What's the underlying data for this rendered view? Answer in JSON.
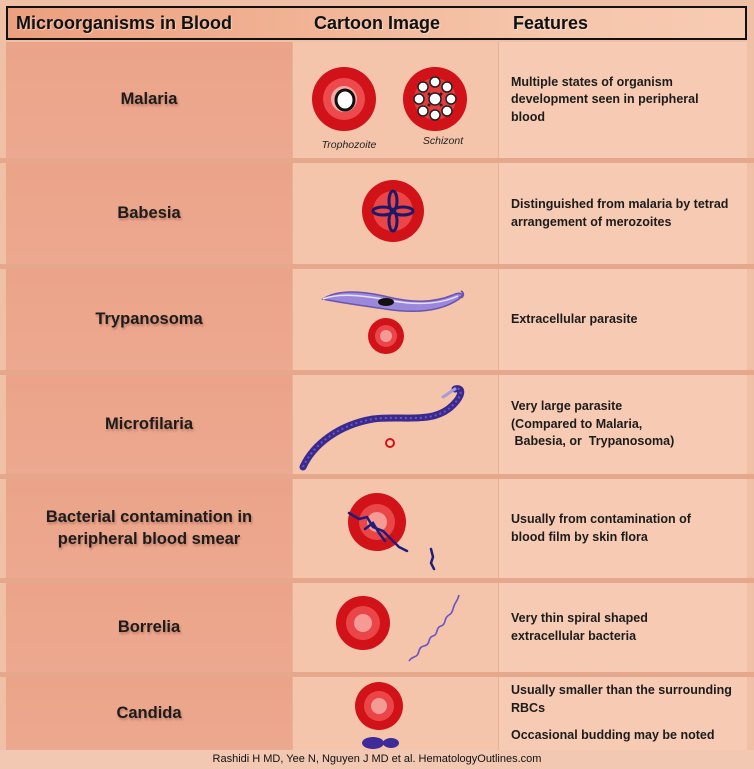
{
  "header": {
    "col1": "Microorganisms in Blood",
    "col2": "Cartoon Image",
    "col3": "Features"
  },
  "rows": [
    {
      "name": "Malaria",
      "features": [
        "Multiple states of organism development seen in peripheral blood"
      ],
      "labels": [
        "Trophozoite",
        "Schizont"
      ]
    },
    {
      "name": "Babesia",
      "features": [
        "Distinguished from malaria by tetrad arrangement of merozoites"
      ]
    },
    {
      "name": "Trypanosoma",
      "features": [
        "Extracellular parasite"
      ]
    },
    {
      "name": "Microfilaria",
      "features": [
        "Very large parasite",
        "(Compared to Malaria,",
        " Babesia, or  Trypanosoma)"
      ]
    },
    {
      "name": "Bacterial contamination in peripheral blood smear",
      "features": [
        "Usually from contamination of blood film by skin flora"
      ]
    },
    {
      "name": "Borrelia",
      "features": [
        "Very thin spiral shaped extracellular bacteria"
      ]
    },
    {
      "name": "Candida",
      "features": [
        "Usually smaller than the surrounding RBCs",
        "Occasional budding may be noted"
      ]
    }
  ],
  "credit": "Rashidi H MD, Yee N, Nguyen J MD et al. HematologyOutlines.com",
  "colors": {
    "rbc": "#d8141b",
    "rbc_center": "#f25a5a",
    "parasite_dark": "#2a1f7a",
    "trypanosome": "#9a86d8"
  }
}
